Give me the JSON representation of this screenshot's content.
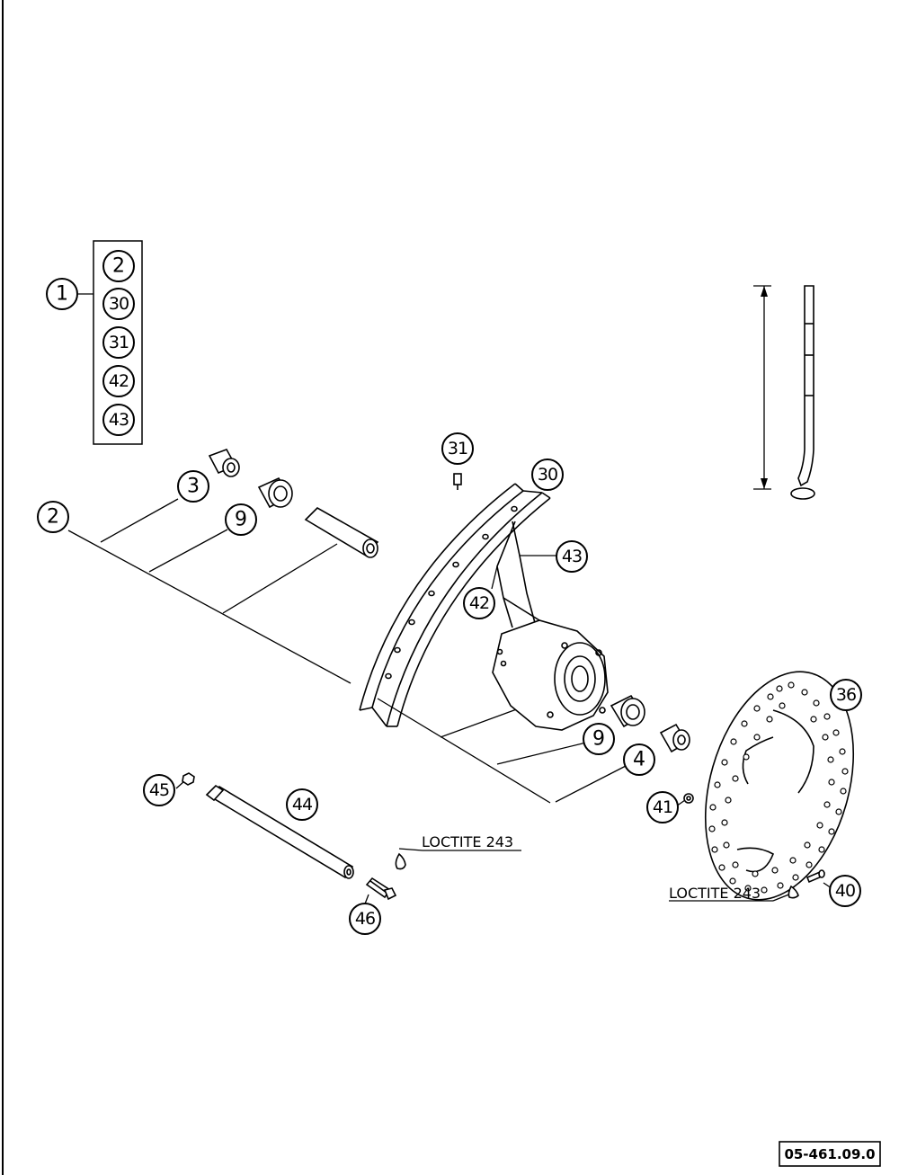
{
  "callouts": {
    "c1": "1",
    "kit_2": "2",
    "kit_30": "30",
    "kit_31": "31",
    "kit_42": "42",
    "kit_43": "43",
    "c2": "2",
    "c3": "3",
    "c9a": "9",
    "c31": "31",
    "c30": "30",
    "c43": "43",
    "c42": "42",
    "c36": "36",
    "c9b": "9",
    "c4": "4",
    "c41": "41",
    "c45": "45",
    "c44": "44",
    "c46": "46",
    "c40": "40"
  },
  "labels": {
    "loctite_axle": "LOCTITE 243",
    "loctite_disc": "LOCTITE 243"
  },
  "reference": "05-461.09.0"
}
